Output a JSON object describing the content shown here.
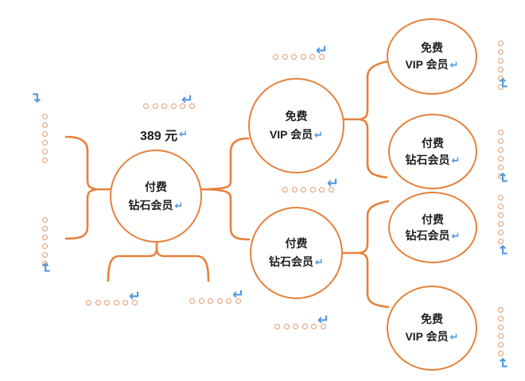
{
  "colors": {
    "orange": "#E6813C",
    "dot_orange": "#E79A6E",
    "blue": "#4E97E0",
    "text": "#1F1F1F"
  },
  "icons": {
    "return_arrow": "↵"
  },
  "price_label": "389 元",
  "nodes": {
    "root": {
      "line1": "付费",
      "line2": "钻石会员"
    },
    "mid_top": {
      "line1": "免费",
      "line2": "VIP 会员"
    },
    "mid_bottom": {
      "line1": "付费",
      "line2": "钻石会员"
    },
    "right_top": {
      "line1": "免费",
      "line2": "VIP 会员"
    },
    "right_upper": {
      "line1": "付费",
      "line2": "钻石会员"
    },
    "right_lower": {
      "line1": "付费",
      "line2": "钻石会员"
    },
    "right_bottom": {
      "line1": "免费",
      "line2": "VIP 会员"
    }
  }
}
